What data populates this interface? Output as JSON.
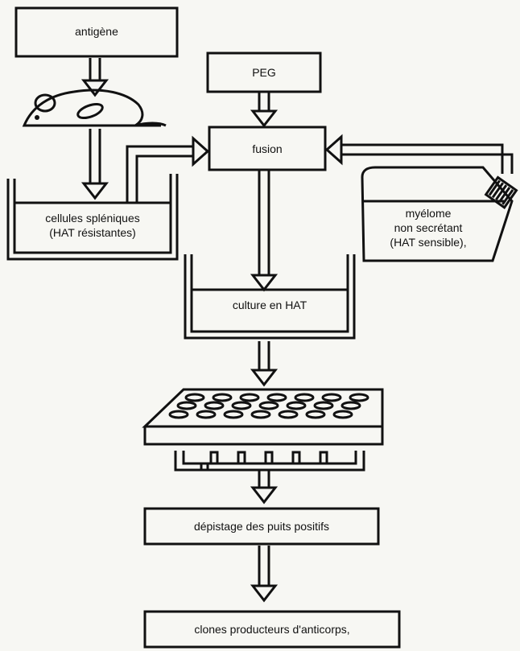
{
  "boxes": {
    "antigen": "antigène",
    "peg": "PEG",
    "fusion": "fusion",
    "spleen_line1": "cellules spléniques",
    "spleen_line2": "(HAT résistantes)",
    "myeloma_line1": "myélome",
    "myeloma_line2": "non secrétant",
    "myeloma_line3": "(HAT sensible),",
    "culture": "culture en HAT",
    "screening": "dépistage des puits positifs",
    "clones": "clones producteurs d'anticorps,"
  }
}
